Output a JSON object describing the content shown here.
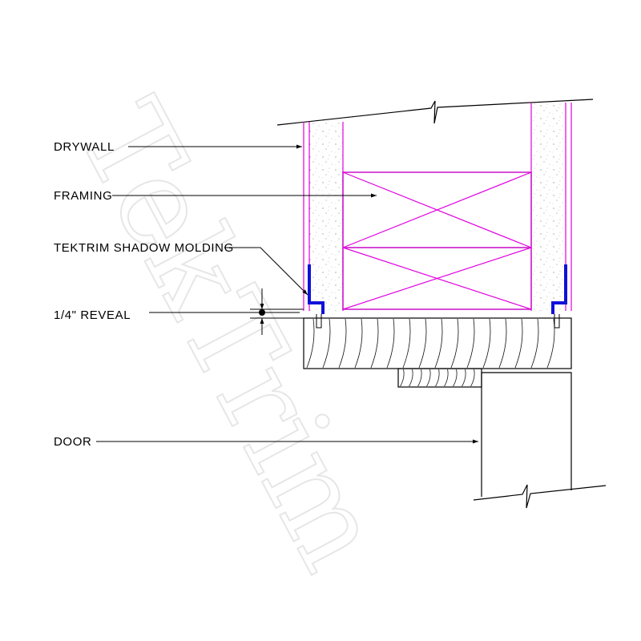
{
  "labels": {
    "drywall": "DRYWALL",
    "framing": "FRAMING",
    "molding": "TEKTRIM SHADOW MOLDING",
    "reveal": "1/4\" REVEAL",
    "door": "DOOR"
  },
  "watermark": "TekTrim",
  "colors": {
    "linework": "#000000",
    "drywall_outline": "#e000e0",
    "framing_outline": "#e000e0",
    "molding": "#1010d8",
    "watermark": "#e6e6e6"
  }
}
